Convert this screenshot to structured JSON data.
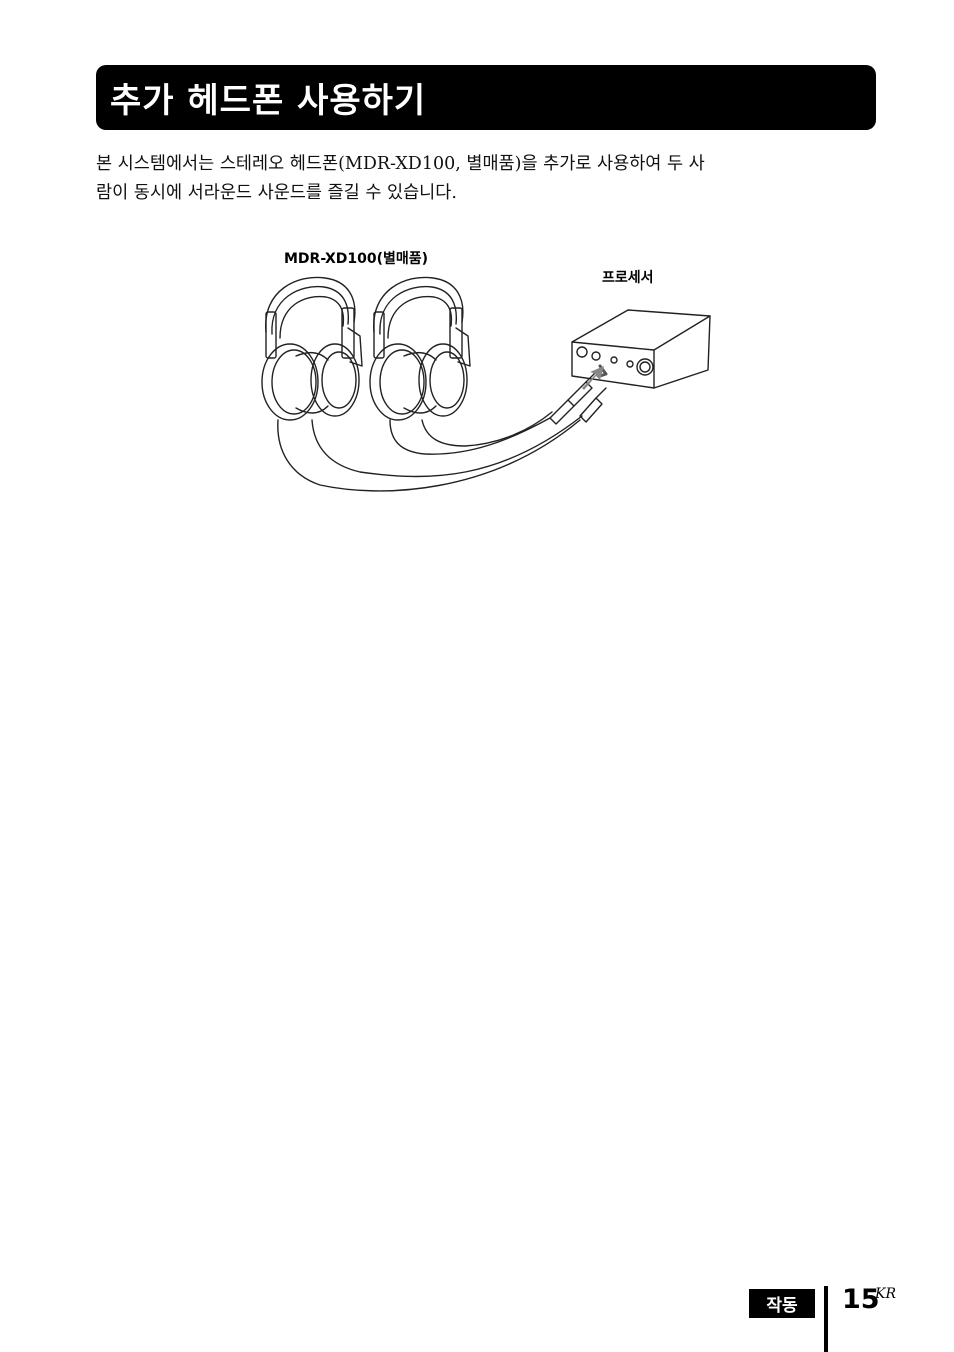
{
  "header": {
    "title": "추가 헤드폰 사용하기"
  },
  "body": {
    "line1": "본 시스템에서는 스테레오 헤드폰(MDR-XD100, 별매품)을 추가로 사용하여 두 사",
    "line2": "람이 동시에 서라운드 사운드를 즐길 수 있습니다."
  },
  "figure": {
    "headphones_label": "MDR-XD100(별매품)",
    "processor_label": "프로세서"
  },
  "footer": {
    "section_label": "작동",
    "page_number": "15",
    "page_suffix": "KR"
  }
}
